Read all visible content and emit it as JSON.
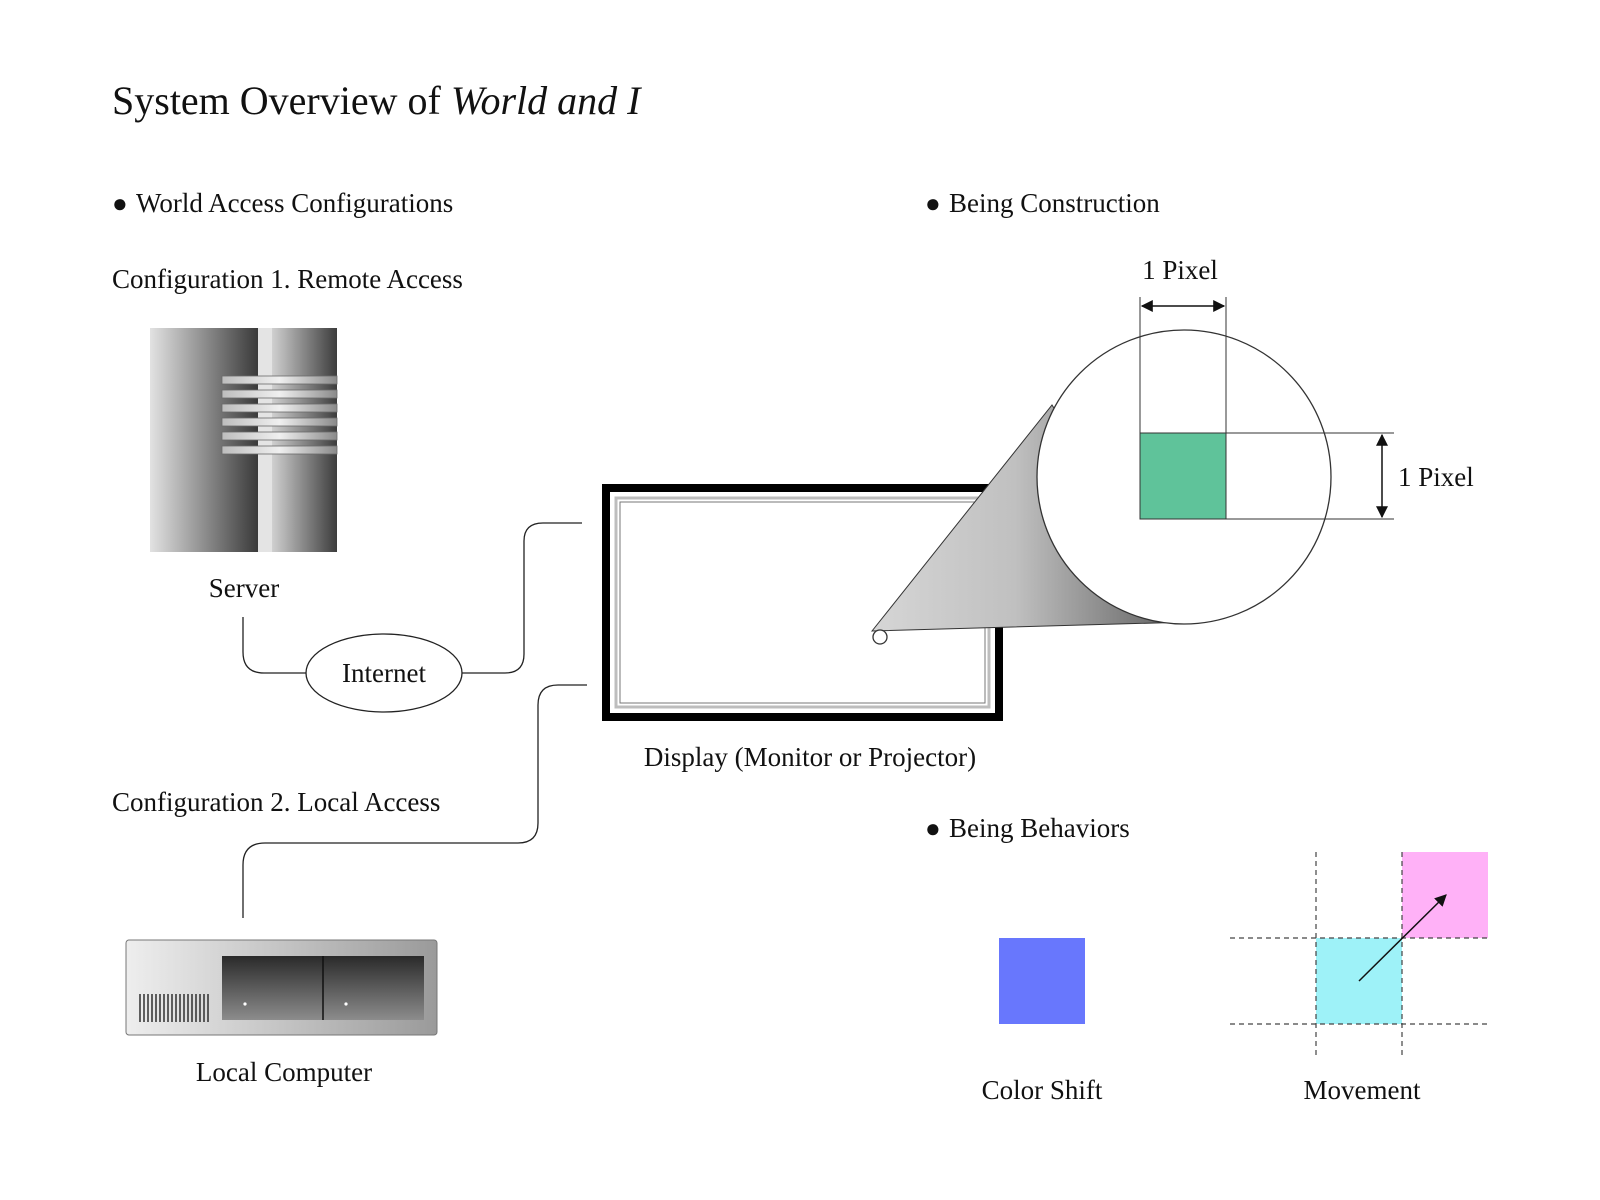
{
  "title": {
    "prefix": "System Overview of ",
    "emphasis": "World and I"
  },
  "sections": {
    "world_access": "World Access Configurations",
    "being_construction": "Being Construction",
    "being_behaviors": "Being Behaviors"
  },
  "configurations": {
    "remote": "Configuration 1. Remote Access",
    "local": "Configuration 2. Local Access"
  },
  "labels": {
    "server": "Server",
    "internet": "Internet",
    "display": "Display (Monitor or Projector)",
    "local_computer": "Local Computer",
    "pixel_width": "1 Pixel",
    "pixel_height": "1 Pixel",
    "color_shift": "Color Shift",
    "movement": "Movement"
  },
  "bullet": "●",
  "colors": {
    "pixel_fill": "#5fc39a",
    "color_shift_fill": "#6877fd",
    "movement_from_fill": "#9ef2f8",
    "movement_to_fill": "#ffb1f7",
    "line": "#222222"
  },
  "icons": {
    "server": "server-tower-icon",
    "computer": "desktop-computer-icon",
    "display": "display-screen-icon",
    "magnifier": "magnifier-lens-icon"
  }
}
